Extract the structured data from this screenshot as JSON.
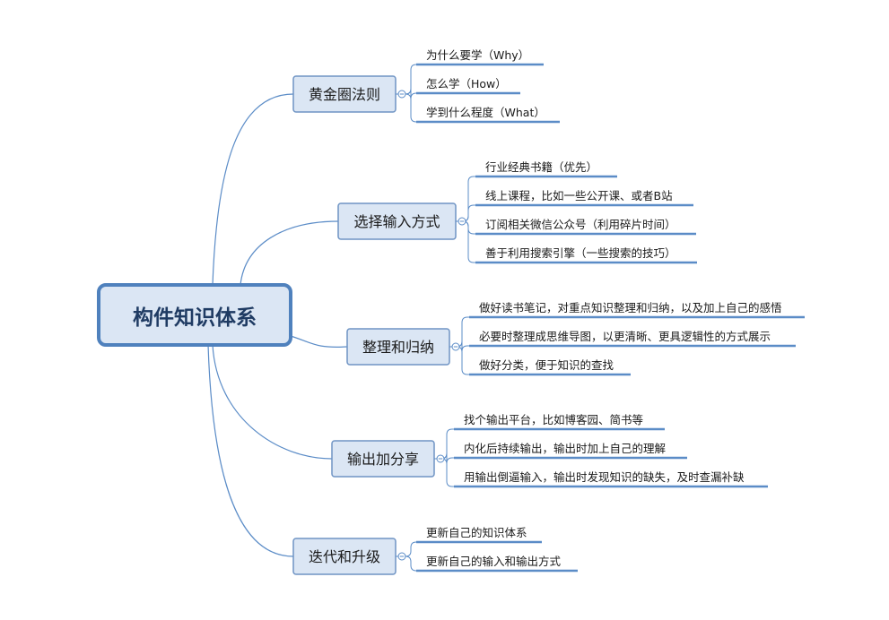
{
  "central_topic": "构件知识体系",
  "branches": [
    {
      "label": "黄金圈法则",
      "items": [
        "为什么要学（Why）",
        "怎么学（How）",
        "学到什么程度（What）"
      ]
    },
    {
      "label": "选择输入方式",
      "items": [
        "行业经典书籍（优先）",
        "线上课程，比如一些公开课、或者B站",
        "订阅相关微信公众号（利用碎片时间）",
        "善于利用搜索引擎（一些搜索的技巧）"
      ]
    },
    {
      "label": "整理和归纳",
      "items": [
        "做好读书笔记，对重点知识整理和归纳，以及加上自己的感悟",
        "必要时整理成思维导图，以更清晰、更具逻辑性的方式展示",
        "做好分类，便于知识的查找"
      ]
    },
    {
      "label": "输出加分享",
      "items": [
        "找个输出平台，比如博客园、简书等",
        "内化后持续输出，输出时加上自己的理解",
        "用输出倒逼输入，输出时发现知识的缺失，及时查漏补缺"
      ]
    },
    {
      "label": "迭代和升级",
      "items": [
        "更新自己的知识体系",
        "更新自己的输入和输出方式"
      ]
    }
  ],
  "colors": {
    "line": "#5b8cc7",
    "node_fill": "#dbe6f4",
    "node_border": "#6f94c4",
    "central_border": "#4f81bd",
    "text": "#1a1a1a",
    "central_text": "#1f3b63"
  }
}
